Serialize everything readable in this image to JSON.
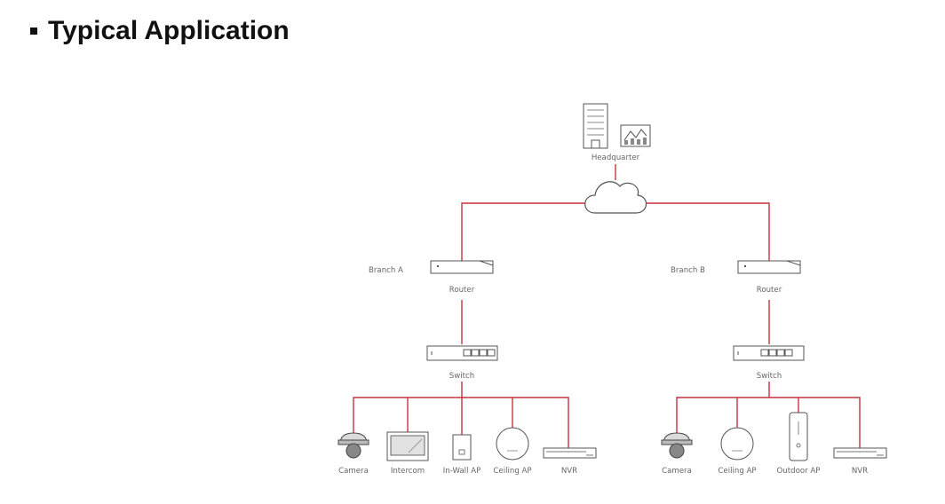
{
  "heading": {
    "bullet": "▪",
    "title": "Typical Application"
  },
  "colors": {
    "link": "#c8323f",
    "label": "#666666"
  },
  "diagram": {
    "headquarter": {
      "label": "Headquarter",
      "icons": [
        "building-icon",
        "monitor-chart-icon"
      ]
    },
    "cloud": {
      "icon": "cloud-icon"
    },
    "branch_a": {
      "name": "Branch A",
      "router": {
        "label": "Router"
      },
      "switch": {
        "label": "Switch"
      },
      "devices": [
        {
          "label": "Camera",
          "icon": "dome-camera-icon"
        },
        {
          "label": "Intercom",
          "icon": "intercom-icon"
        },
        {
          "label": "In-Wall AP",
          "icon": "in-wall-ap-icon"
        },
        {
          "label": "Ceiling AP",
          "icon": "ceiling-ap-icon"
        },
        {
          "label": "NVR",
          "icon": "nvr-icon"
        }
      ]
    },
    "branch_b": {
      "name": "Branch B",
      "router": {
        "label": "Router"
      },
      "switch": {
        "label": "Switch"
      },
      "devices": [
        {
          "label": "Camera",
          "icon": "dome-camera-icon"
        },
        {
          "label": "Ceiling AP",
          "icon": "ceiling-ap-icon"
        },
        {
          "label": "Outdoor AP",
          "icon": "outdoor-ap-icon"
        },
        {
          "label": "NVR",
          "icon": "nvr-icon"
        }
      ]
    }
  }
}
